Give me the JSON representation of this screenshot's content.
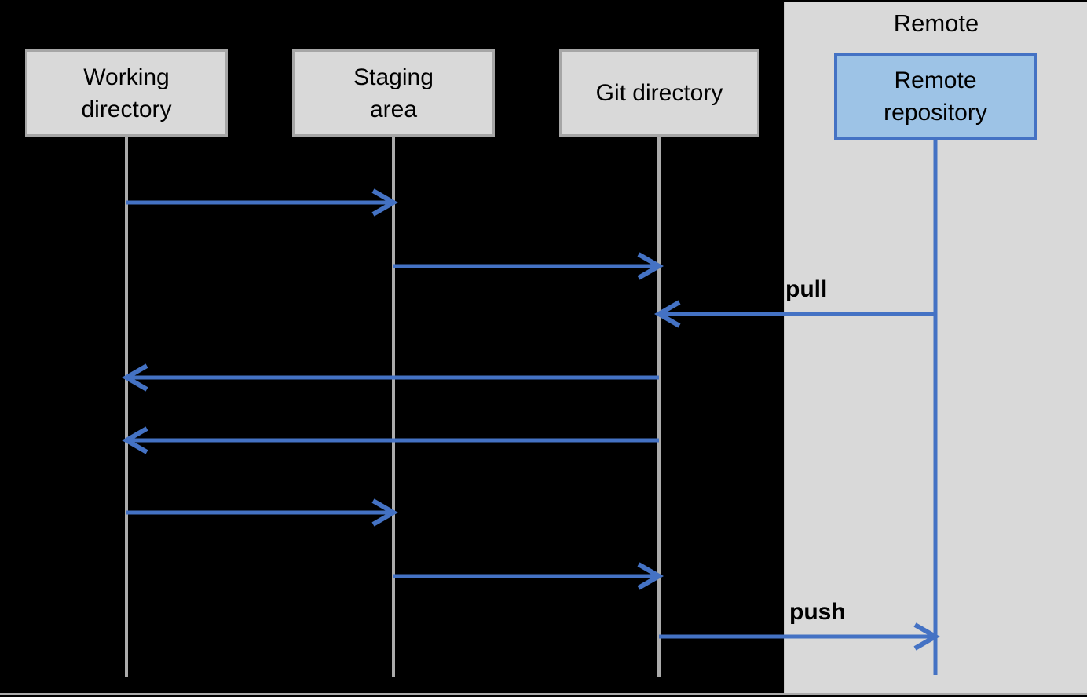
{
  "diagram": {
    "type": "sequence",
    "subject": "Git areas and remote repository data flow"
  },
  "nodes": {
    "working": "Working\ndirectory",
    "staging": "Staging\narea",
    "git": "Git directory",
    "remote_repository": "Remote\nrepository"
  },
  "remote_panel": {
    "title": "Remote"
  },
  "edges": [
    {
      "from": "working",
      "to": "staging",
      "label": ""
    },
    {
      "from": "staging",
      "to": "git",
      "label": ""
    },
    {
      "from": "remote",
      "to": "git",
      "label": "pull"
    },
    {
      "from": "git",
      "to": "working",
      "label": ""
    },
    {
      "from": "git",
      "to": "working",
      "label": ""
    },
    {
      "from": "working",
      "to": "staging",
      "label": ""
    },
    {
      "from": "staging",
      "to": "git",
      "label": ""
    },
    {
      "from": "git",
      "to": "remote",
      "label": "push"
    }
  ],
  "colors": {
    "background": "#000000",
    "arrow": "#4472C4",
    "lifeline": "#ABABAB",
    "box_fill": "#D9D9D9",
    "box_border": "#A6A6A6",
    "remote_panel_fill": "#D9D9D9",
    "remote_box_fill": "#9DC3E6",
    "remote_box_border": "#4472C4",
    "text": "#000000"
  }
}
